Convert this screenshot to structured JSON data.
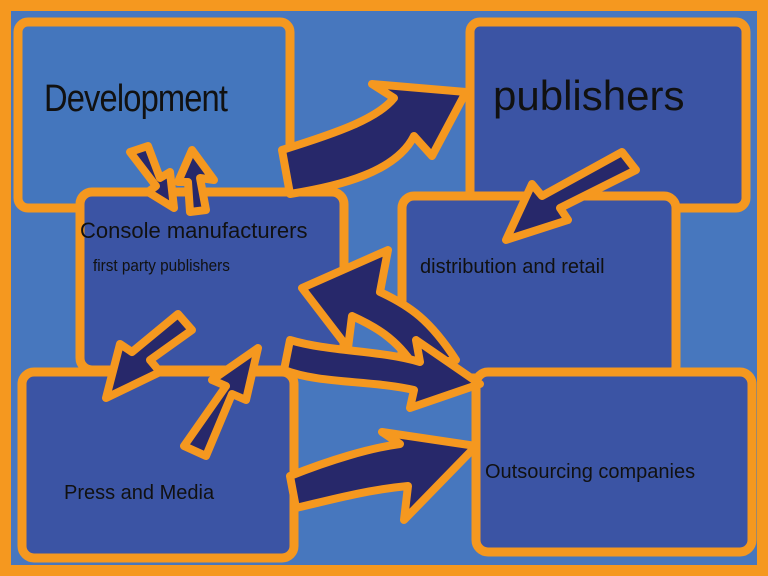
{
  "diagram": {
    "nodes": {
      "development": {
        "label": "Development"
      },
      "publishers": {
        "label": "publishers"
      },
      "console": {
        "label": "Console manufacturers",
        "sublabel": "first party publishers"
      },
      "distribution": {
        "label": "distribution and retail"
      },
      "outsourcing": {
        "label": "Outsourcing companies"
      },
      "press": {
        "label": "Press and Media"
      }
    },
    "edges": [
      {
        "from": "development",
        "to": "publishers"
      },
      {
        "from": "publishers",
        "to": "distribution"
      },
      {
        "from": "development",
        "to": "console"
      },
      {
        "from": "console",
        "to": "development"
      },
      {
        "from": "distribution",
        "to": "console"
      },
      {
        "from": "console",
        "to": "distribution"
      },
      {
        "from": "console",
        "to": "press"
      },
      {
        "from": "press",
        "to": "console"
      },
      {
        "from": "press",
        "to": "outsourcing"
      }
    ]
  },
  "colors": {
    "background_blue": "#4777be",
    "border_orange": "#f5981f",
    "box_blue": "#3b54a4",
    "arrow_navy": "#27286a",
    "text": "#111111"
  }
}
